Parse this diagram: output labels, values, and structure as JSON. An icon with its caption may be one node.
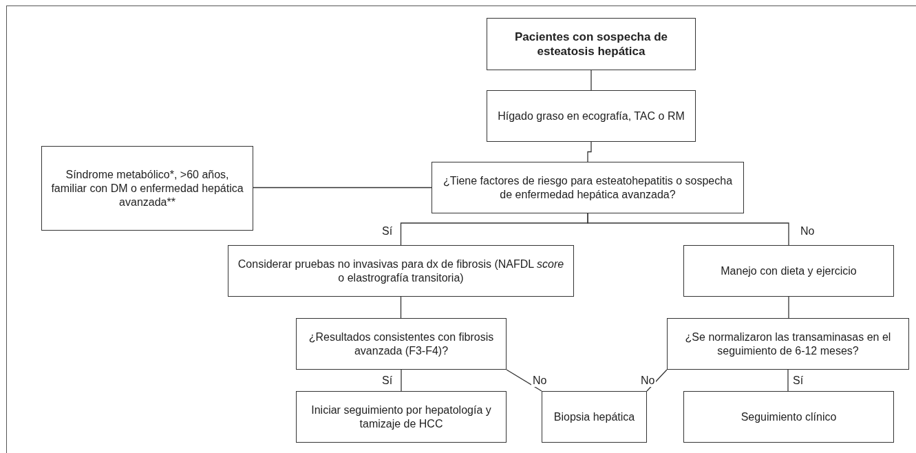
{
  "diagram": {
    "nodes": [
      {
        "text": [
          "Pacientes con sospecha de esteatosis hepática"
        ]
      },
      {
        "text": [
          "Hígado graso en ecografía, TAC o RM"
        ]
      },
      {
        "text": [
          "¿Tiene factores de riesgo para esteatohepatitis o sospecha de enfermedad hepática avanzada?"
        ]
      },
      {
        "text": [
          "Síndrome metabólico*, >60 años, familiar con DM o enfermedad hepática avanzada**"
        ]
      },
      {
        "text": [
          "Considerar pruebas no invasivas para dx de fibrosis (NAFDL *score* o elastrografía transitoria)"
        ]
      },
      {
        "text": [
          "Manejo con dieta y ejercicio"
        ]
      },
      {
        "text": [
          "¿Resultados consistentes con fibrosis avanzada (F3-F4)?"
        ]
      },
      {
        "text": [
          "¿Se normalizaron las transaminasas en el seguimiento de 6-12 meses?"
        ]
      },
      {
        "text": [
          "Iniciar seguimiento por hepatología y tamizaje de HCC"
        ]
      },
      {
        "text": [
          "Biopsia hepática"
        ]
      },
      {
        "text": [
          "Seguimiento clínico"
        ]
      }
    ],
    "edges": [
      {
        "from": 0,
        "to": 1,
        "arrow": "none"
      },
      {
        "from": 1,
        "to": 2,
        "arrow": "none"
      },
      {
        "from": 3,
        "to": 2,
        "arrow": "none"
      },
      {
        "from": 2,
        "to": 4,
        "arrow": "none",
        "label": "Sí"
      },
      {
        "from": 2,
        "to": 5,
        "arrow": "none",
        "label": "No"
      },
      {
        "from": 4,
        "to": 6,
        "arrow": "none"
      },
      {
        "from": 6,
        "to": 8,
        "arrow": "none",
        "label": "Sí"
      },
      {
        "from": 6,
        "to": 9,
        "arrow": "none",
        "label": "No"
      },
      {
        "from": 5,
        "to": 7,
        "arrow": "none"
      },
      {
        "from": 7,
        "to": 9,
        "arrow": "none",
        "label": "No"
      },
      {
        "from": 7,
        "to": 10,
        "arrow": "none",
        "label": "Sí"
      }
    ]
  }
}
